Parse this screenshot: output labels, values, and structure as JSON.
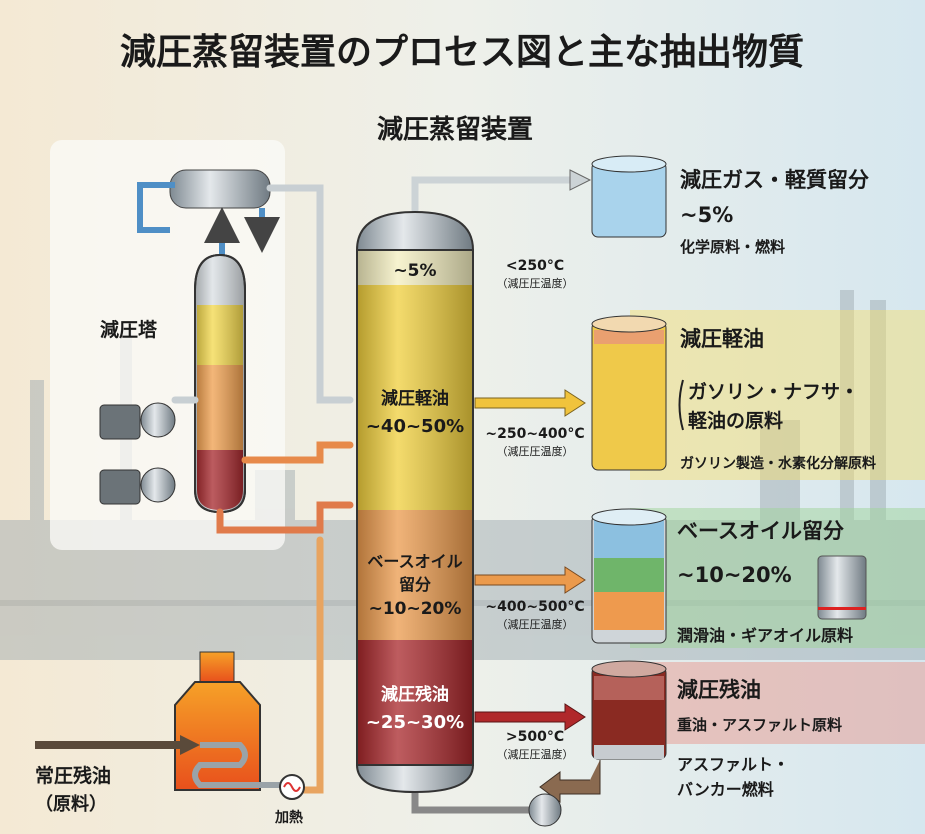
{
  "title": "減圧蒸留装置のプロセス図と主な抽出物質",
  "subtitle": "減圧蒸留装置",
  "left": {
    "tower_label": "減圧塔",
    "feed_label": "常圧残油",
    "feed_sub": "（原料）",
    "heat_label": "加熱"
  },
  "column": {
    "top_pct": "~5%",
    "vgo_name": "減圧軽油",
    "vgo_pct": "~40~50%",
    "base_name_1": "ベースオイル",
    "base_name_2": "留分",
    "base_pct": "~10~20%",
    "res_name": "減圧残油",
    "res_pct": "~25~30%"
  },
  "temps": [
    {
      "value": "<250°C",
      "note": "（減圧圧温度）"
    },
    {
      "value": "~250~400°C",
      "note": "（減圧圧温度）"
    },
    {
      "value": "~400~500°C",
      "note": "（減圧圧温度）"
    },
    {
      "value": ">500°C",
      "note": "（減圧圧温度）"
    }
  ],
  "products": [
    {
      "name": "減圧ガス・軽質留分",
      "pct": "~5%",
      "use": "化学原料・燃料"
    },
    {
      "name": "減圧軽油",
      "use_1": "ガソリン・ナフサ・",
      "use_2": "軽油の原料",
      "use_3": "ガソリン製造・水素化分解原料"
    },
    {
      "name": "ベースオイル留分",
      "pct": "~10~20%",
      "use": "潤滑油・ギアオイル原料"
    },
    {
      "name": "減圧残油",
      "use": "重油・アスファルト原料",
      "use_2": "アスファルト・",
      "use_3": "バンカー燃料"
    }
  ],
  "colors": {
    "gas": "#a9d3ec",
    "vgo": "#f0cf3c",
    "base": "#eb9a4c",
    "residue": "#a8262a",
    "bg": "#e6eef2"
  }
}
